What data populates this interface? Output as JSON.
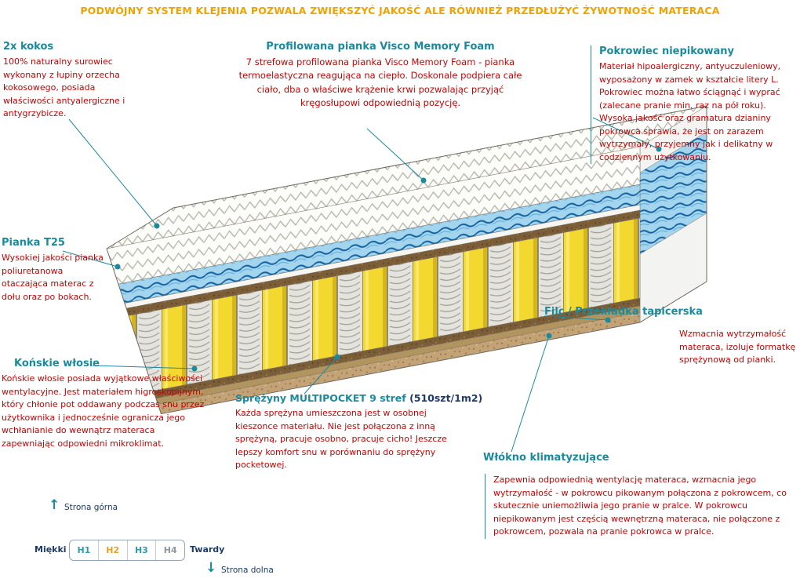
{
  "colors": {
    "accent_teal": "#1b8a9d",
    "header_orange": "#efa200",
    "body_red": "#c10505",
    "label_navy": "#1e3a66"
  },
  "header": {
    "text": "PODWÓJNY SYSTEM KLEJENIA POZWALA ZWIĘKSZYĆ JAKOŚĆ ALE RÓWNIEŻ PRZEDŁUŻYĆ ŻYWOTNOŚĆ MATERACA"
  },
  "annotations": {
    "kokos": {
      "title": "2x kokos",
      "body": "100% naturalny surowiec wykonany z łupiny orzecha kokosowego, posiada właściwości antyalergiczne i antygrzybicze."
    },
    "visco": {
      "title": "Profilowana pianka Visco Memory Foam",
      "body": "7 strefowa profilowana pianka Visco Memory Foam - pianka termoelastyczna reagująca na ciepło. Doskonale podpiera całe ciało, dba o właściwe krążenie krwi pozwalając przyjąć kręgosłupowi odpowiednią pozycję."
    },
    "pokrowiec": {
      "title": "Pokrowiec niepikowany",
      "body": "Materiał hipoalergiczny, antyuczuleniowy, wyposażony w zamek w kształcie litery L. Pokrowiec można łatwo ściągnąć i wyprać (zalecane pranie min. raz na pół roku). Wysoka jakość oraz gramatura dzianiny pokrowca sprawia, że jest on zarazem wytrzymały, przyjemny jak i delikatny w codziennym użytkowaniu."
    },
    "pianka_t25": {
      "title": "Pianka T25",
      "body": "Wysokiej jakości pianka poliuretanowa otaczająca materac z dołu oraz po bokach."
    },
    "konskie_wlosie": {
      "title": "Końskie włosie",
      "body": "Końskie włosie posiada wyjątkowe właściwości wentylacyjne. Jest materiałem higroskopijnym, który chłonie pot oddawany podczas snu przez użytkownika i jednocześnie ogranicza jego wchłanianie do wewnątrz materaca zapewniając odpowiedni mikroklimat."
    },
    "sprezyny": {
      "title": "Sprężyny MULTIPOCKET 9 stref",
      "title_suffix": "(510szt/1m2)",
      "body": "Każda sprężyna umieszczona jest w osobnej kieszonce materiału. Nie jest połączona z inną sprężyną, pracuje osobno, pracuje cicho! Jeszcze lepszy komfort snu w porównaniu do sprężyny pocketowej."
    },
    "filc": {
      "title": "Filc / Przekładka tapicerska",
      "body": "Wzmacnia wytrzymałość materaca, izoluje formatkę sprężynową od pianki."
    },
    "wlokno": {
      "title": "Włókno klimatyzujące",
      "body": "Zapewnia odpowiednią wentylację materaca, wzmacnia jego wytrzymałość - w pokrowcu pikowanym połączona z pokrowcem, co skutecznie uniemożliwia jego pranie w pralce. W pokrowcu niepikowanym jest częścią wewnętrzną materaca, nie połączone z pokrowcem, pozwala na pranie pokrowca w pralce."
    }
  },
  "hardness_scale": {
    "top_label": "Strona górna",
    "bottom_label": "Strona dolna",
    "left_label": "Miękki",
    "right_label": "Twardy",
    "selected": "H2",
    "levels": [
      {
        "label": "H1",
        "color": "#2e9ca8"
      },
      {
        "label": "H2",
        "color": "#e2a226"
      },
      {
        "label": "H3",
        "color": "#2e9ca8"
      },
      {
        "label": "H4",
        "color": "#8f979c"
      }
    ]
  }
}
